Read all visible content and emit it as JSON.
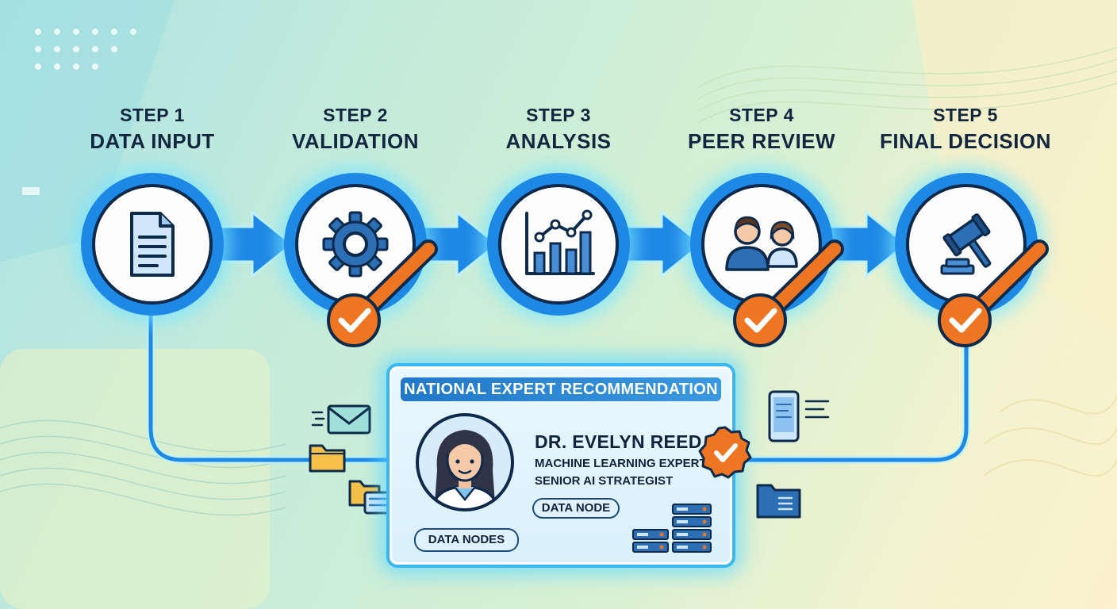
{
  "steps": [
    {
      "num": "STEP 1",
      "name": "DATA INPUT",
      "icon": "document-icon",
      "checked": false
    },
    {
      "num": "STEP 2",
      "name": "VALIDATION",
      "icon": "gear-icon",
      "checked": true
    },
    {
      "num": "STEP 3",
      "name": "ANALYSIS",
      "icon": "bar-chart-icon",
      "checked": false
    },
    {
      "num": "STEP 4",
      "name": "PEER REVIEW",
      "icon": "people-icon",
      "checked": true
    },
    {
      "num": "STEP 5",
      "name": "FINAL DECISION",
      "icon": "gavel-icon",
      "checked": true
    }
  ],
  "card": {
    "header": "NATIONAL EXPERT RECOMMENDATION",
    "name": "DR. EVELYN REED",
    "line1": "MACHINE LEARNING EXPERT",
    "line2": "SENIOR AI STRATEGIST",
    "badge": "DATA NODE",
    "nodes_label": "DATA NODES"
  },
  "colors": {
    "primary": "#1e88e5",
    "accent": "#ee7623",
    "dark": "#0d2a4a",
    "glow": "#5ad7ff"
  }
}
